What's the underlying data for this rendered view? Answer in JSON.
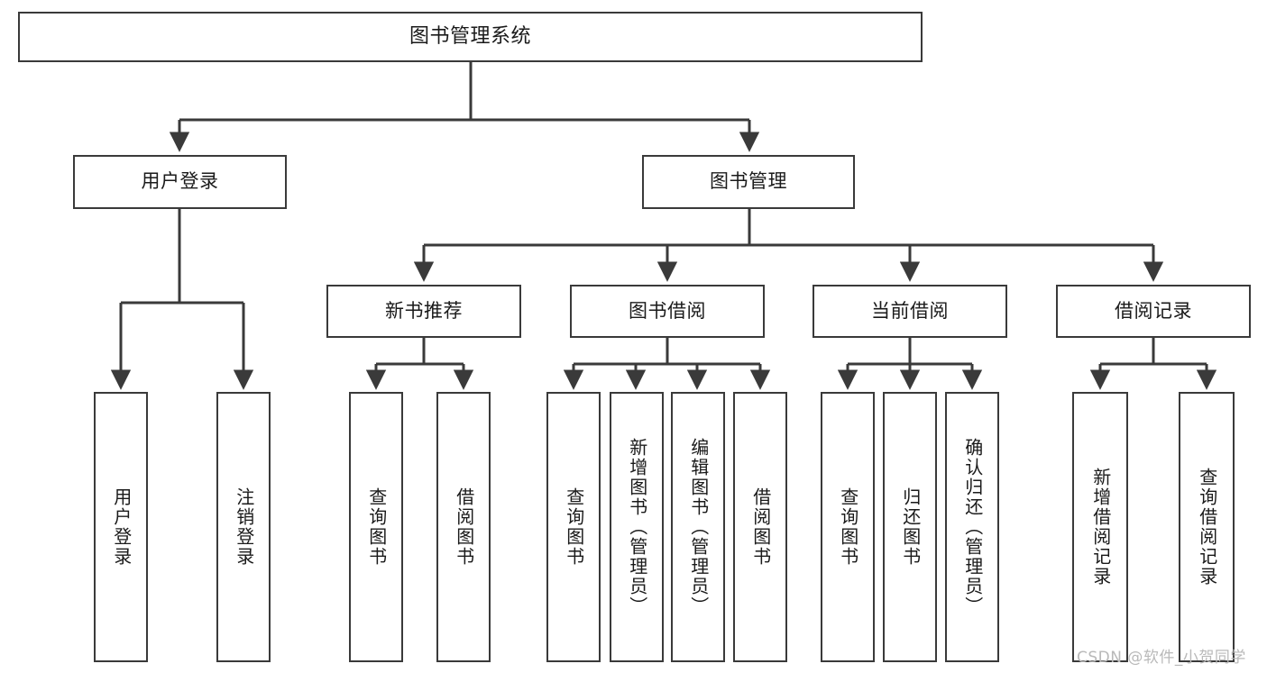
{
  "diagram": {
    "type": "tree-hierarchy",
    "title": "图书管理系统",
    "orientation": "top-down",
    "colors": {
      "box_border": "#3a3a3a",
      "box_fill": "#ffffff",
      "edge": "#3a3a3a",
      "text": "#1a1a1a",
      "background": "#ffffff",
      "watermark": "#b9b9b9"
    },
    "watermark": "CSDN @软件_小贺同学",
    "levels": {
      "root": {
        "label": "图书管理系统"
      },
      "level2": [
        {
          "label": "用户登录"
        },
        {
          "label": "图书管理"
        }
      ],
      "level3": [
        {
          "label": "新书推荐"
        },
        {
          "label": "图书借阅"
        },
        {
          "label": "当前借阅"
        },
        {
          "label": "借阅记录"
        }
      ],
      "leaves": {
        "user_login": [
          {
            "label": "用户登录"
          },
          {
            "label": "注销登录"
          }
        ],
        "new_book_recommend": [
          {
            "label": "查询图书"
          },
          {
            "label": "借阅图书"
          }
        ],
        "book_borrow": [
          {
            "label": "查询图书"
          },
          {
            "label": "新增图书（管理员）"
          },
          {
            "label": "编辑图书（管理员）"
          },
          {
            "label": "借阅图书"
          }
        ],
        "current_borrow": [
          {
            "label": "查询图书"
          },
          {
            "label": "归还图书"
          },
          {
            "label": "确认归还（管理员）"
          }
        ],
        "borrow_record": [
          {
            "label": "新增借阅记录"
          },
          {
            "label": "查询借阅记录"
          }
        ]
      }
    }
  }
}
